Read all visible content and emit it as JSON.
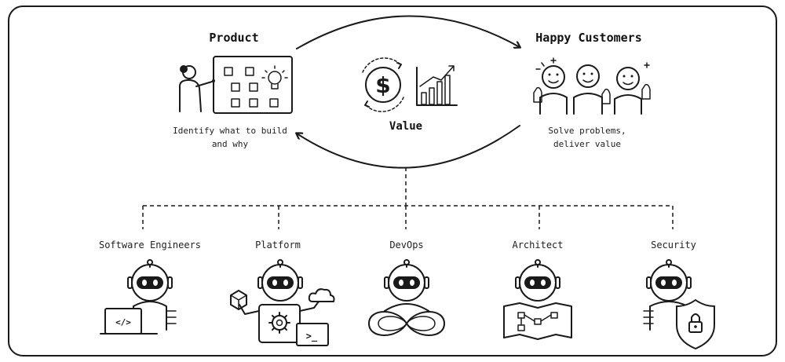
{
  "top": {
    "product": {
      "title": "Product",
      "caption_lines": [
        "Identify what to build",
        "and why"
      ]
    },
    "value": {
      "title": "Value"
    },
    "customers": {
      "title": "Happy Customers",
      "caption_lines": [
        "Solve problems,",
        "deliver value"
      ]
    }
  },
  "dollar_symbol": "$",
  "code_glyph": "</>",
  "terminal_glyph": ">_",
  "roles": [
    {
      "label": "Software Engineers",
      "icon": "laptop-code-icon"
    },
    {
      "label": "Platform",
      "icon": "gear-cloud-icon"
    },
    {
      "label": "DevOps",
      "icon": "infinity-loop-icon"
    },
    {
      "label": "Architect",
      "icon": "flowchart-board-icon"
    },
    {
      "label": "Security",
      "icon": "shield-lock-icon"
    }
  ]
}
